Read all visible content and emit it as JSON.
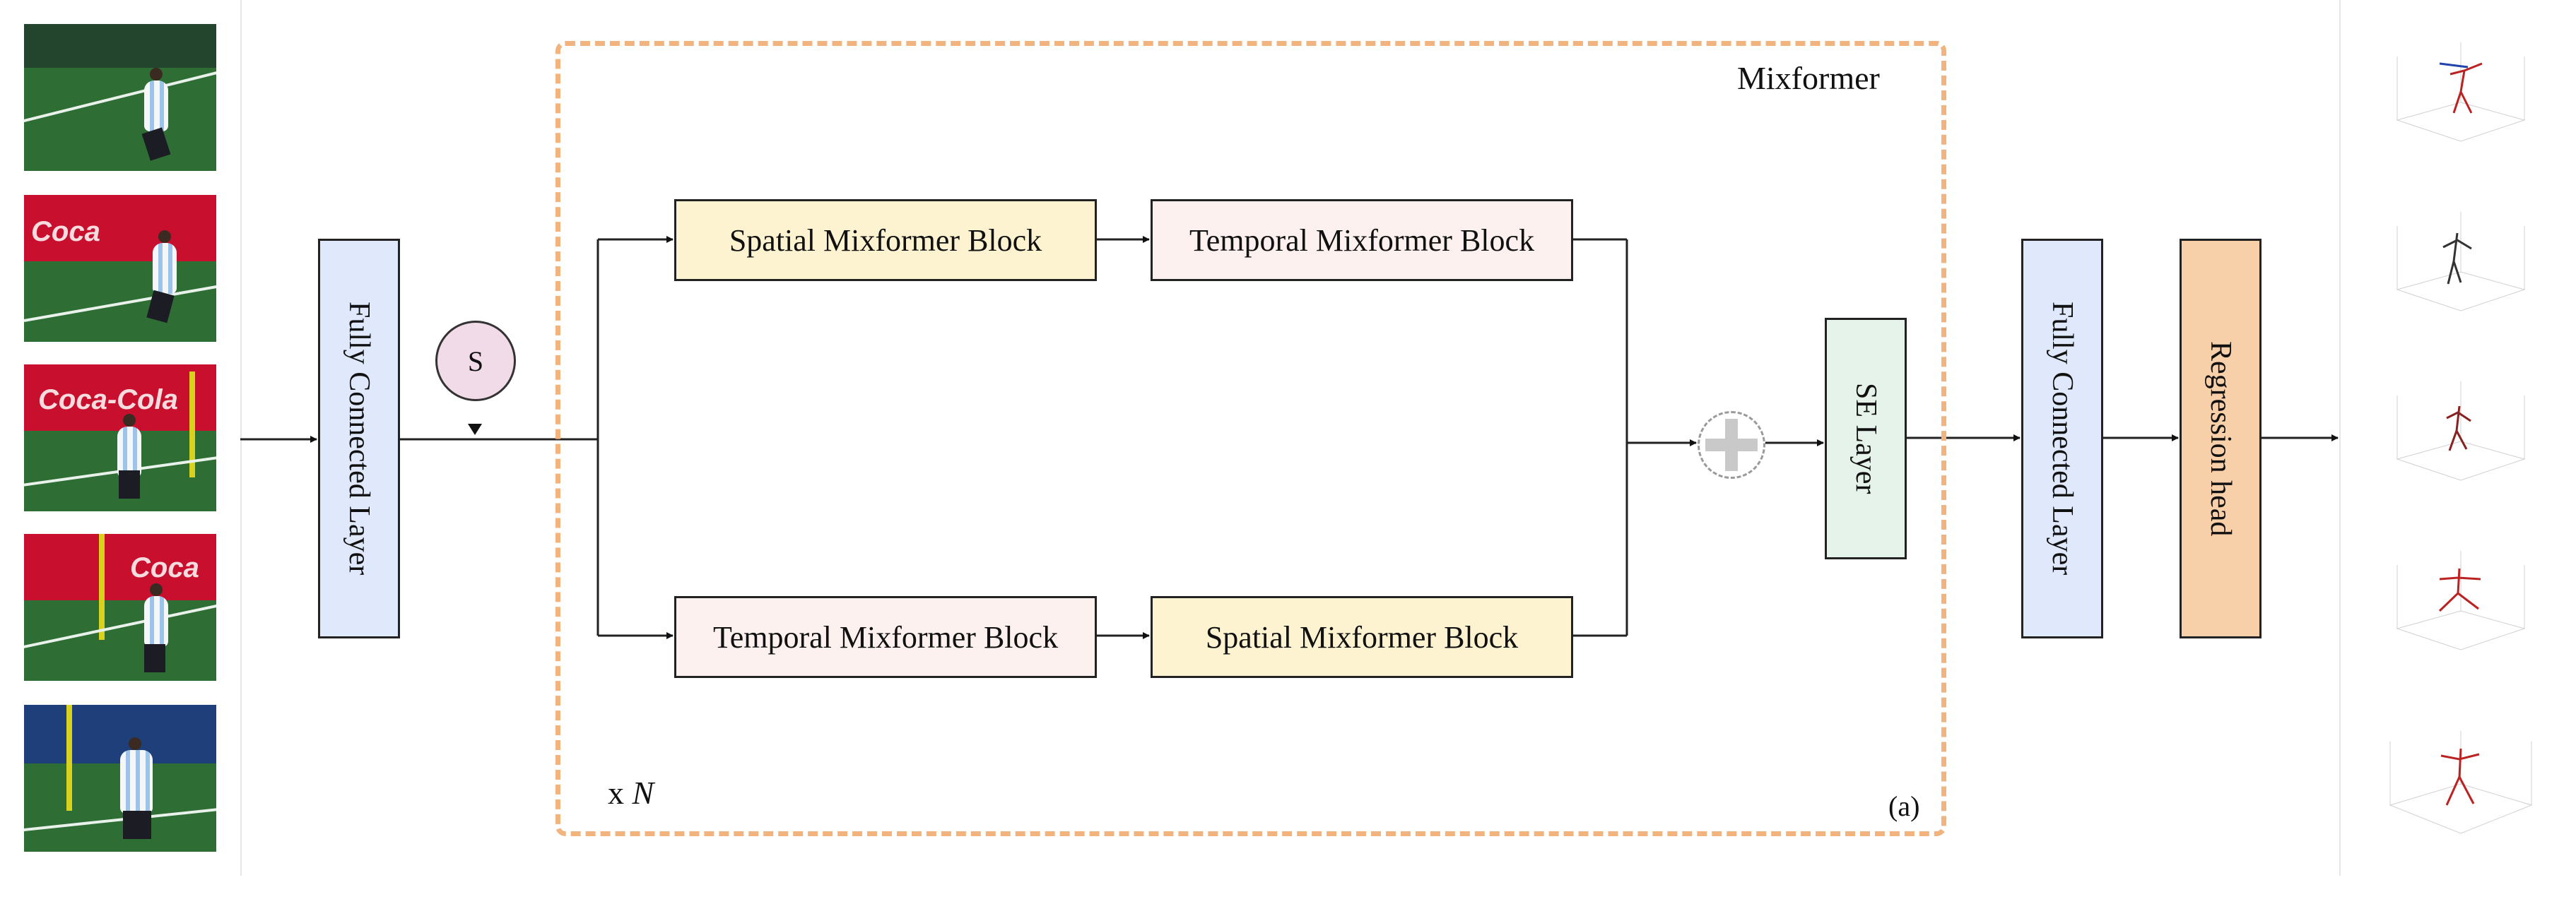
{
  "mixformer": {
    "title": "Mixformer",
    "repeat_prefix": "x",
    "repeat_var": "N",
    "panel_tag": "(a)"
  },
  "blocks": {
    "fc_in": "Fully Connected Layer",
    "s_node": "S",
    "top_spatial": "Spatial Mixformer Block",
    "top_temporal": "Temporal Mixformer Block",
    "bottom_temporal": "Temporal Mixformer Block",
    "bottom_spatial": "Spatial Mixformer Block",
    "se_layer": "SE Layer",
    "fc_out": "Fully Connected Layer",
    "regression": "Regression head"
  },
  "colors": {
    "fc": "#dfe9fb",
    "spatial": "#fdf3d0",
    "temporal": "#fdf1ef",
    "se": "#e6f3ea",
    "regression": "#f7cfa9",
    "mixformer_border": "#f2b47f",
    "s_node": "#f2dbe8"
  },
  "input_frames": [
    "frame-1",
    "frame-2",
    "frame-3",
    "frame-4",
    "frame-5"
  ],
  "output_poses": [
    "pose-1",
    "pose-2",
    "pose-3",
    "pose-4",
    "pose-5"
  ]
}
